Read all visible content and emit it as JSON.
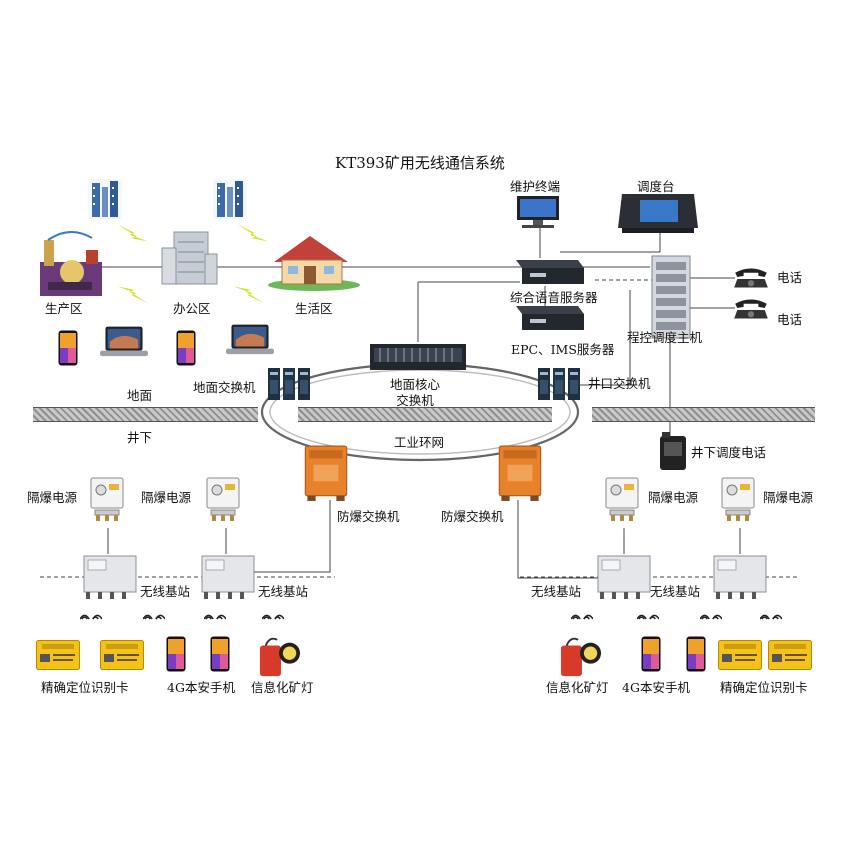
{
  "title": "KT393矿用无线通信系统",
  "surface": {
    "zones": {
      "production": "生产区",
      "office": "办公区",
      "living": "生活区"
    },
    "maintenance_terminal": "维护终端",
    "dispatch_console": "调度台",
    "voice_server": "综合语音服务器",
    "epc_server": "EPC、IMS服务器",
    "pbx_host": "程控调度主机",
    "phones": [
      "电话",
      "电话"
    ],
    "surface_switch": "地面交换机",
    "core_switch": "地面核心\n交换机",
    "shaft_switch": "井口交换机",
    "ground_label": "地面"
  },
  "underground": {
    "label": "井下",
    "ring": "工业环网",
    "underground_phone": "井下调度电话",
    "ex_switches": [
      "防爆交换机",
      "防爆交换机"
    ],
    "power_supplies": [
      "隔爆电源",
      "隔爆电源",
      "隔爆电源",
      "隔爆电源"
    ],
    "base_stations": [
      "无线基站",
      "无线基站",
      "无线基站",
      "无线基站"
    ],
    "left_terminals": [
      "精确定位识别卡",
      "4G本安手机",
      "信息化矿灯"
    ],
    "right_terminals": [
      "信息化矿灯",
      "4G本安手机",
      "精确定位识别卡"
    ]
  },
  "colors": {
    "ex_switch": "#e8822a",
    "id_card": "#f4c21a",
    "lamp": "#d83a2a",
    "signal": "#c8e61c",
    "building": "#c6ccd4"
  },
  "icons": [
    "tower-icon",
    "factory-icon",
    "office-building-icon",
    "house-icon",
    "phone-icon",
    "laptop-icon",
    "monitor-icon",
    "console-icon",
    "server-icon",
    "rack-icon",
    "telephone-icon",
    "switch-icon",
    "ex-switch-icon",
    "power-supply-icon",
    "base-station-icon",
    "wifi-icon",
    "id-card-icon",
    "mine-lamp-icon",
    "handset-icon"
  ]
}
